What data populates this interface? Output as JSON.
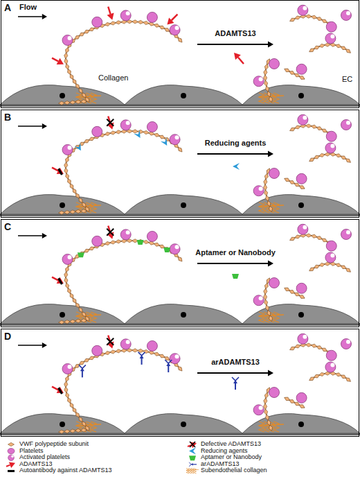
{
  "diagram": {
    "nodes": [
      {
        "text": [
          "A"
        ]
      },
      {
        "text": [
          "B"
        ]
      },
      {
        "text": [
          "C"
        ]
      },
      {
        "text": [
          "D"
        ]
      }
    ],
    "labels": [
      "Flow",
      "ADAMTS13",
      "Collagen",
      "EC",
      "Reducing agents",
      "Aptamer or Nanobody",
      "arADAMTS13"
    ],
    "legend": [
      {
        "text": "VWF polypeptide subunit"
      },
      {
        "text": "Platelets"
      },
      {
        "text": "Activated platelets"
      },
      {
        "text": "ADAMTS13"
      },
      {
        "text": "Autoantibody against ADAMTS13"
      },
      {
        "text": "Defective ADAMTS13"
      },
      {
        "text": "Reducing agents"
      },
      {
        "text": "Aptamer or Nanobody"
      },
      {
        "text": "arADAMTS13"
      },
      {
        "text": "Subendothelial collagen"
      }
    ]
  }
}
